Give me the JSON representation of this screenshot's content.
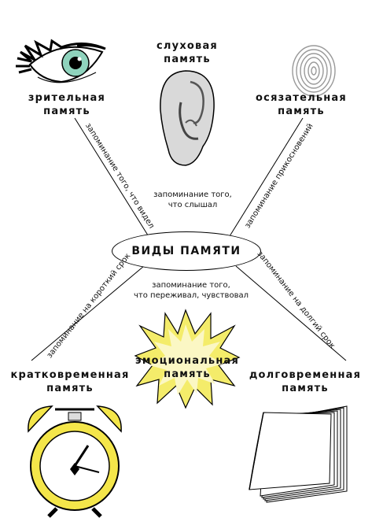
{
  "center": {
    "title": "ВИДЫ ПАМЯТИ"
  },
  "types": {
    "visual": {
      "line1": "зрительная",
      "line2": "память"
    },
    "auditory": {
      "line1": "слуховая",
      "line2": "память"
    },
    "tactile": {
      "line1": "осязательная",
      "line2": "память"
    },
    "shortterm": {
      "line1": "кратковременная",
      "line2": "память"
    },
    "emotional": {
      "line1": "эмоциональная",
      "line2": "память"
    },
    "longterm": {
      "line1": "долговременная",
      "line2": "память"
    }
  },
  "notes": {
    "heard": {
      "line1": "запоминание того,",
      "line2": "что слышал"
    },
    "felt": {
      "line1": "запоминание того,",
      "line2": "что переживал, чувствовал"
    },
    "seen": "запоминание того, что видел",
    "touch": "запоминание прикосновений",
    "short": "запоминание на короткий срок",
    "long": "запоминание на долгий срок"
  },
  "icons": [
    "eye-icon",
    "ear-icon",
    "fingerprint-icon",
    "alarm-clock-icon",
    "starburst-icon",
    "notepad-icon"
  ],
  "colors": {
    "clock": "#f4e64a",
    "star": "#f4ec6a"
  }
}
